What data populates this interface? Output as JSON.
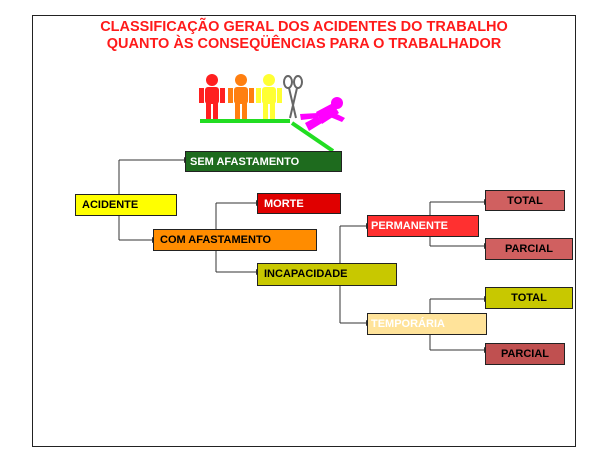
{
  "title": {
    "line1": "CLASSIFICAÇÃO GERAL DOS ACIDENTES DO TRABALHO",
    "line2": "QUANTO ÀS CONSEQÜÊNCIAS PARA O TRABALHADOR"
  },
  "illustration": {
    "figure_colors": [
      "#ff2020",
      "#ff7f10",
      "#ffff33",
      "#ff00ff"
    ],
    "scissors_icon": "scissors-icon"
  },
  "nodes": {
    "acidente": "ACIDENTE",
    "sem_afastamento": "SEM AFASTAMENTO",
    "com_afastamento": "COM AFASTAMENTO",
    "morte": "MORTE",
    "incapacidade": "INCAPACIDADE",
    "permanente": "PERMANENTE",
    "temporaria": "TEMPORÁRIA",
    "perm_total": "TOTAL",
    "perm_parcial": "PARCIAL",
    "temp_total": "TOTAL",
    "temp_parcial": "PARCIAL"
  },
  "colors": {
    "title": "#ff1a1a",
    "acidente": "#ffff00",
    "sem_afastamento": "#1e6b1e",
    "com_afastamento": "#ff8c00",
    "morte": "#e00000",
    "incapacidade": "#c8c800",
    "permanente": "#ff3030",
    "temporaria": "#ffe39a",
    "perm_total": "#d06060",
    "perm_parcial": "#d06060",
    "temp_total": "#c8c800",
    "temp_parcial": "#c05050"
  }
}
